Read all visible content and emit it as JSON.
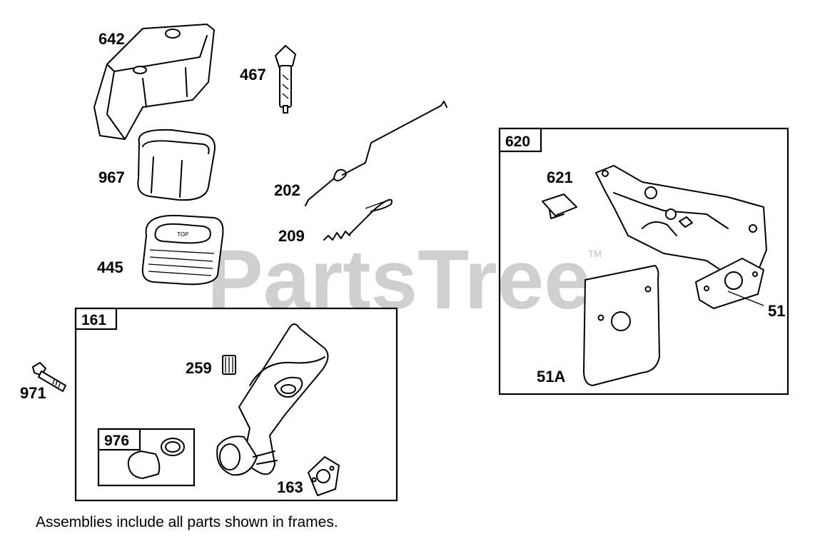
{
  "watermark": {
    "text": "PartsTree",
    "trademark": "TM"
  },
  "note": "Assemblies include all parts shown in frames.",
  "frames": {
    "f161": {
      "label": "161"
    },
    "f976": {
      "label": "976"
    },
    "f620": {
      "label": "620"
    }
  },
  "parts": {
    "p642": "642",
    "p467": "467",
    "p967": "967",
    "p202": "202",
    "p209": "209",
    "p445": "445",
    "p971": "971",
    "p259": "259",
    "p163": "163",
    "p621": "621",
    "p51": "51",
    "p51A": "51A"
  }
}
